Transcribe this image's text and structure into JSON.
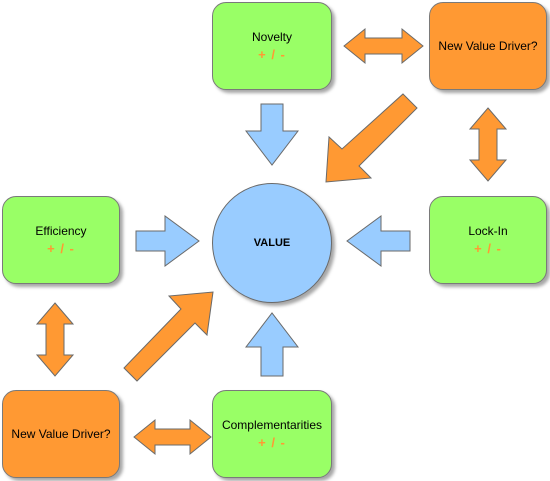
{
  "colors": {
    "green_box": "#99ff66",
    "orange_box": "#ff9933",
    "value_circle": "#99ccff",
    "sign_text": "#ff9933",
    "blue_arrow": "#99ccff",
    "orange_arrow": "#ff9933"
  },
  "center": {
    "label": "VALUE"
  },
  "nodes": {
    "novelty": {
      "title": "Novelty",
      "sign": "+ / -"
    },
    "new_value_driver_top": {
      "title": "New Value Driver?"
    },
    "efficiency": {
      "title": "Efficiency",
      "sign": "+ / -"
    },
    "lock_in": {
      "title": "Lock-In",
      "sign": "+ / -"
    },
    "new_value_driver_bottom": {
      "title": "New Value Driver?"
    },
    "complementarities": {
      "title": "Complementarities",
      "sign": "+ / -"
    }
  }
}
